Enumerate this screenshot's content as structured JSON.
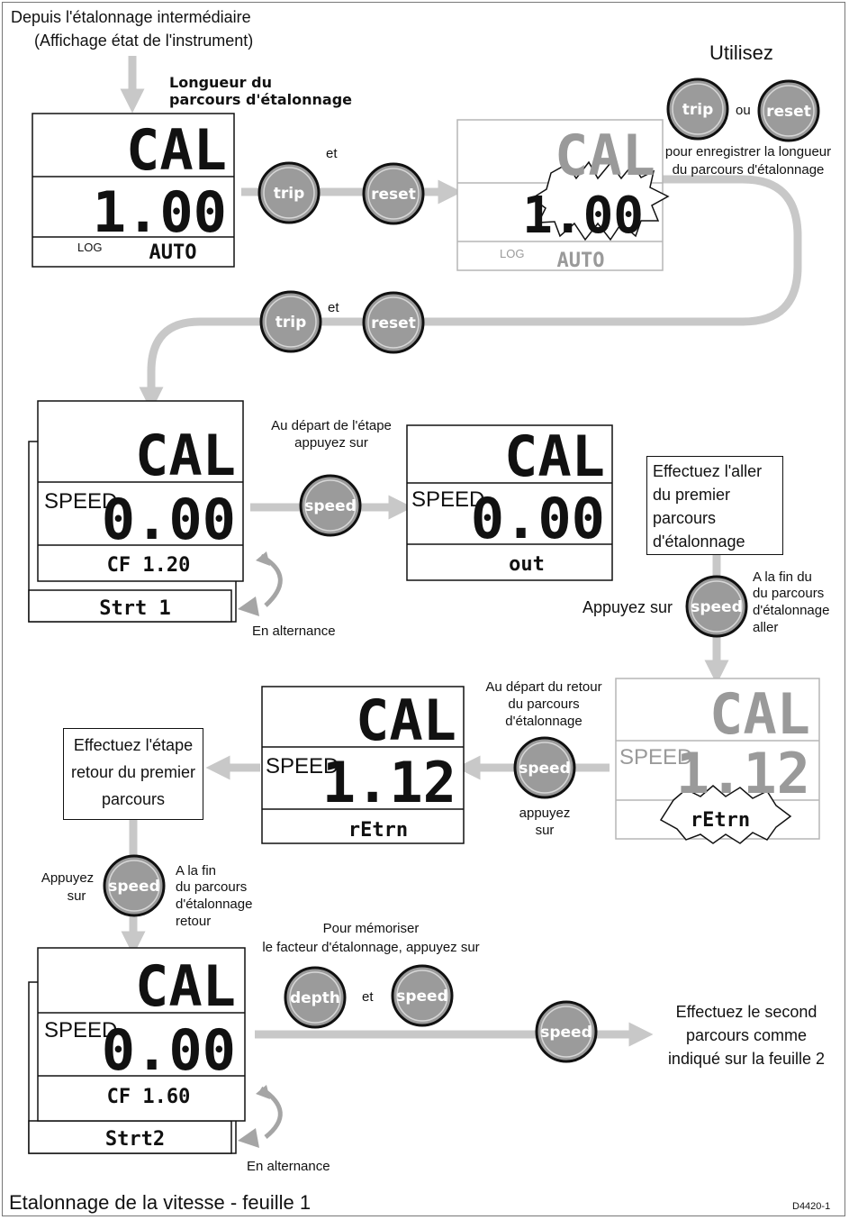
{
  "colors": {
    "ink": "#111111",
    "grey": "#9a9a9a",
    "flow": "#c8c8c8",
    "button": "#9b9b9b",
    "dim": "#b5b5b5"
  },
  "header": {
    "from": "Depuis l'étalonnage intermédiaire",
    "from2": "(Affichage état de l'instrument)"
  },
  "step1": {
    "label1": "Longueur du",
    "label2": "parcours d'étalonnage",
    "display": {
      "top": "CAL",
      "value": "1.00",
      "mode": "LOG",
      "status": "AUTO"
    },
    "press_and": "et"
  },
  "step2": {
    "use": "Utilisez",
    "or": "ou",
    "note1": "pour enregistrer la longueur",
    "note2": "du parcours d'étalonnage",
    "display": {
      "top": "CAL",
      "value": "1.00",
      "mode": "LOG",
      "status": "AUTO"
    }
  },
  "return_and": "et",
  "step3": {
    "display": {
      "top": "CAL",
      "mode": "SPEED",
      "value": "0.00",
      "line3": "CF 1.20",
      "line4": "Strt 1"
    },
    "alternate": "En alternance",
    "note1": "Au départ de l'étape",
    "note2": "appuyez sur"
  },
  "step4": {
    "display": {
      "top": "CAL",
      "mode": "SPEED",
      "value": "0.00",
      "line3": "out"
    },
    "box": [
      "Effectuez l'aller",
      "du premier",
      "parcours",
      "d'étalonnage"
    ],
    "press": "Appuyez sur",
    "end": [
      "A la fin du",
      "du parcours",
      "d'étalonnage",
      "aller"
    ]
  },
  "step5": {
    "display": {
      "top": "CAL",
      "mode": "SPEED",
      "value": "1.12",
      "line3": "rEtrn"
    },
    "note": [
      "Au départ du retour",
      "du parcours",
      "d'étalonnage"
    ],
    "press": [
      "appuyez",
      "sur"
    ]
  },
  "step6": {
    "display": {
      "top": "CAL",
      "mode": "SPEED",
      "value": "1.12",
      "line3": "rEtrn"
    },
    "box": [
      "Effectuez l'étape",
      "retour du premier",
      "parcours"
    ],
    "press": [
      "Appuyez",
      "sur"
    ],
    "end": [
      "A la fin",
      "du parcours",
      "d'étalonnage",
      "retour"
    ]
  },
  "step7": {
    "display": {
      "top": "CAL",
      "mode": "SPEED",
      "value": "0.00",
      "line3": "CF 1.60",
      "line4": "Strt2"
    },
    "alternate": "En alternance",
    "note1": "Pour mémoriser",
    "note2": "le facteur d'étalonnage, appuyez sur",
    "and": "et",
    "final": [
      "Effectuez le second",
      "parcours comme",
      "indiqué sur la feuille 2"
    ]
  },
  "buttons": {
    "trip": "trip",
    "reset": "reset",
    "speed": "speed",
    "depth": "depth"
  },
  "footer": {
    "title": "Etalonnage de la vitesse - feuille 1",
    "code": "D4420-1"
  }
}
